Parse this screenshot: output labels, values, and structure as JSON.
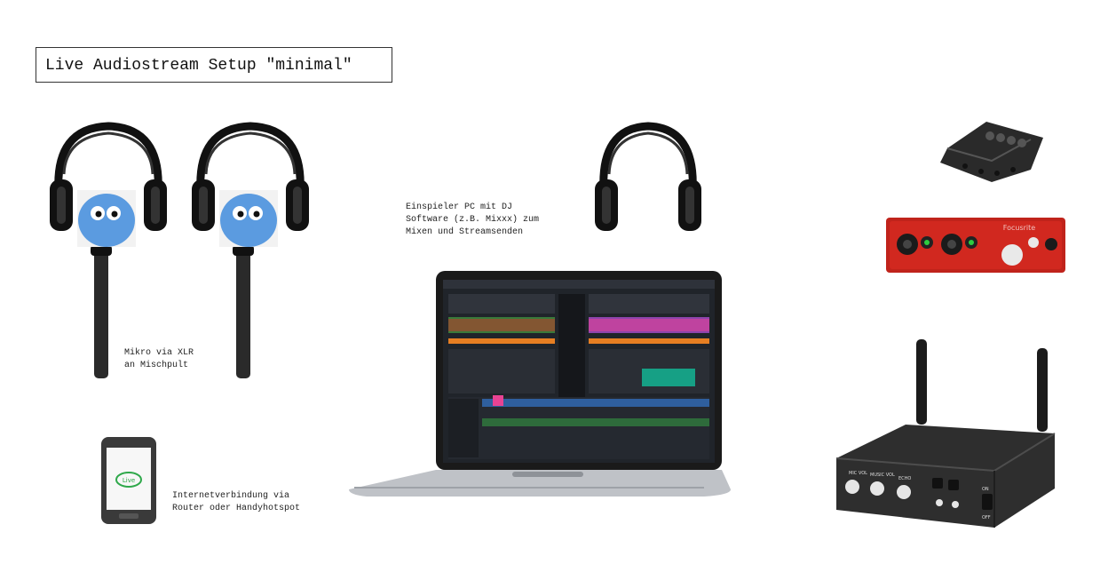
{
  "title": "Live Audiostream Setup \"minimal\"",
  "labels": {
    "mic": "Mikro via XLR\nan Mischpult",
    "pc": "Einspieler PC mit DJ\nSoftware (z.B. Mixxx) zum\nMixen und Streamsenden",
    "internet": "Internetverbindung via\nRouter oder Handyhotspot"
  },
  "devices": {
    "interface_brand": "Focusrite",
    "wireless_labels": [
      "MIC VOL",
      "MUSIC VOL",
      "ECHO",
      "ON",
      "OFF"
    ],
    "phone_logo": "Live"
  }
}
